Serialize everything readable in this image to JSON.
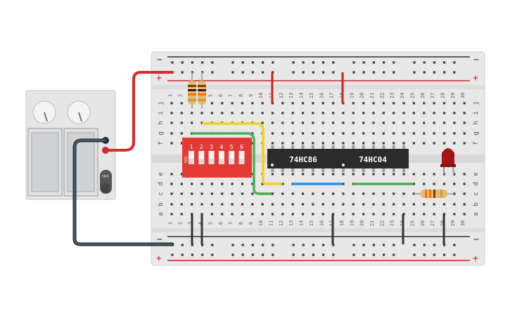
{
  "breadboard": {
    "rail_minus": "−",
    "rail_plus": "+",
    "row_letters_top": [
      "j",
      "i",
      "h",
      "g",
      "f"
    ],
    "row_letters_bottom": [
      "e",
      "d",
      "c",
      "b",
      "a"
    ],
    "column_numbers": [
      "1",
      "2",
      "3",
      "4",
      "5",
      "6",
      "7",
      "8",
      "9",
      "10",
      "11",
      "12",
      "13",
      "14",
      "15",
      "16",
      "17",
      "18",
      "19",
      "20",
      "21",
      "22",
      "23",
      "24",
      "25",
      "26",
      "27",
      "28",
      "29",
      "30"
    ]
  },
  "components": {
    "chip1_label": "74HC86",
    "chip2_label": "74HC04",
    "dip_switch_numbers": [
      "1",
      "2",
      "3",
      "4",
      "5",
      "6"
    ],
    "dip_switch_on_label": "ON"
  },
  "power_supply": {
    "off_label": "OFF",
    "colors": {
      "body": "#e6e6e6",
      "display": "#cfd3d6",
      "button": "#555555"
    }
  },
  "colors": {
    "breadboard": "#e8e8e8",
    "rail_red": "#cc2222",
    "rail_dark": "#333333",
    "wire_red": "#d62c2c",
    "wire_black": "#263238",
    "wire_yellow": "#f2d01e",
    "wire_green": "#4caf50",
    "wire_blue": "#2196f3",
    "led_red": "#a31515",
    "dip_red": "#e53935"
  }
}
